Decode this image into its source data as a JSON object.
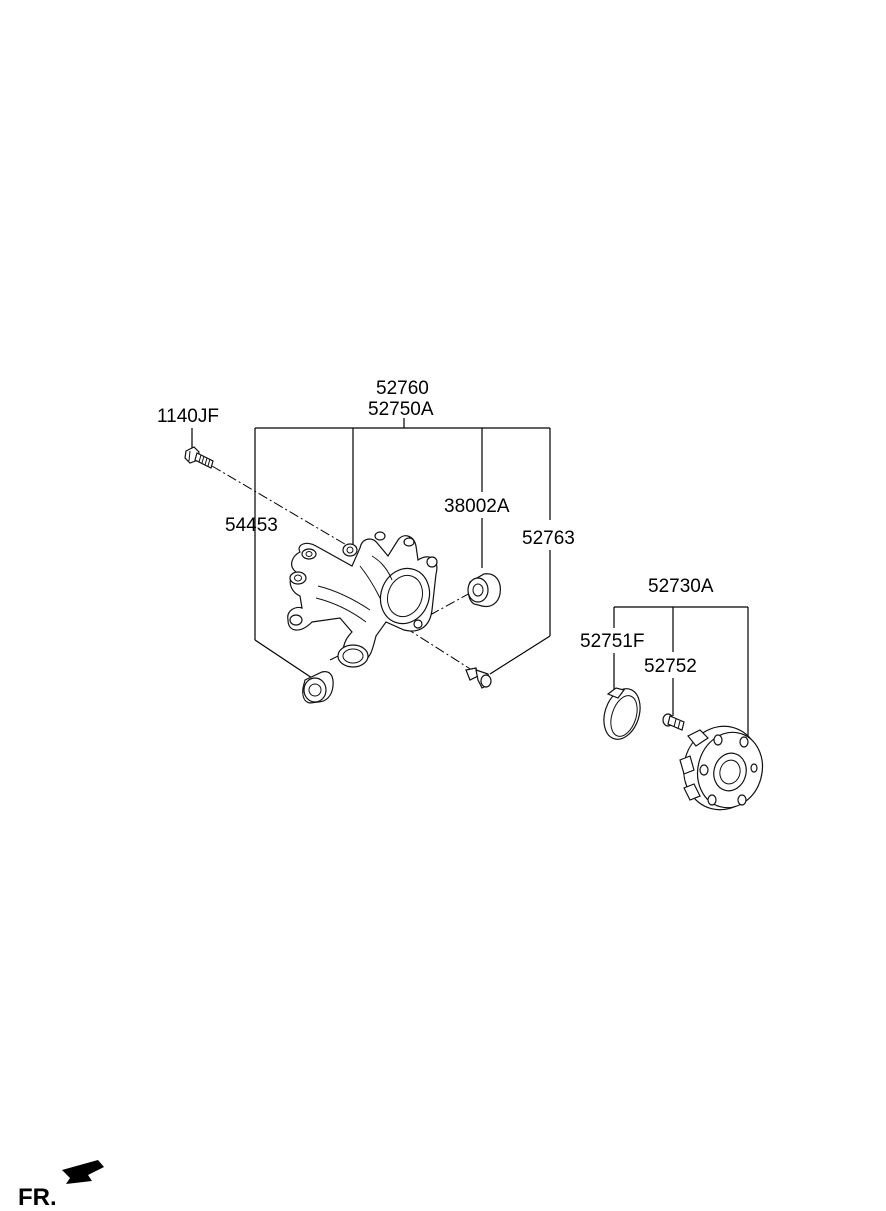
{
  "labels": {
    "p_52760": "52760",
    "p_52750A": "52750A",
    "p_1140JF": "1140JF",
    "p_54453": "54453",
    "p_38002A": "38002A",
    "p_52763": "52763",
    "p_52730A": "52730A",
    "p_52751F": "52751F",
    "p_52752": "52752"
  },
  "direction_label": "FR.",
  "icons": {
    "direction": "arrow-left-down-icon"
  }
}
